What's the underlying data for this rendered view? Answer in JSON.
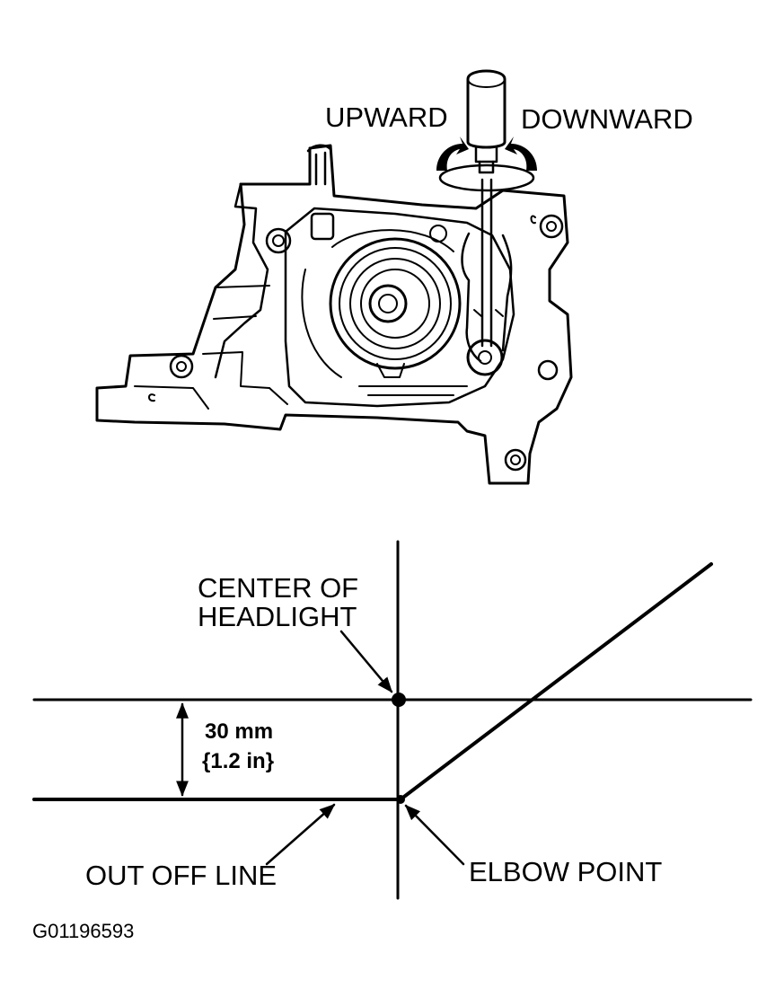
{
  "adjuster": {
    "upward_label": "UPWARD",
    "downward_label": "DOWNWARD"
  },
  "pattern": {
    "center_label_line1": "CENTER OF",
    "center_label_line2": "HEADLIGHT",
    "offset_label_line1": "30 mm",
    "offset_label_line2": "{1.2 in}",
    "cutoff_label": "OUT OFF LINE",
    "elbow_label": "ELBOW POINT"
  },
  "figure_id": "G01196593"
}
